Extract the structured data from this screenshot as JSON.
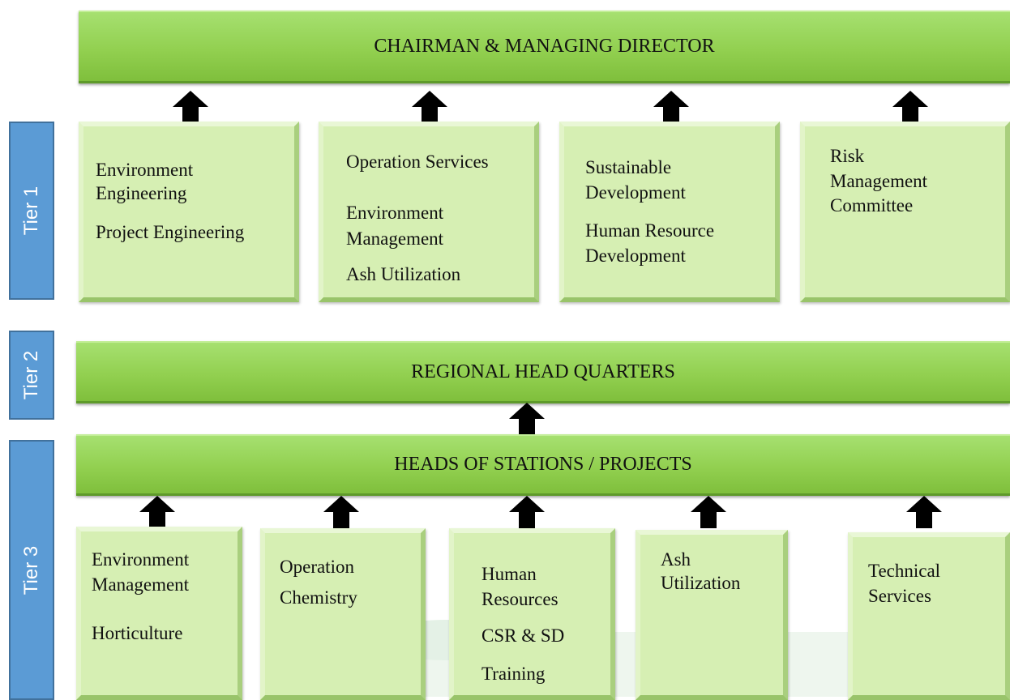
{
  "top": {
    "title": "CHAIRMAN & MANAGING DIRECTOR"
  },
  "tier_labels": {
    "t1": "Tier 1",
    "t2": "Tier 2",
    "t3": "Tier 3"
  },
  "tier1": [
    {
      "lines": [
        "Environment",
        "Engineering",
        "Project Engineering"
      ]
    },
    {
      "lines": [
        "Operation Services",
        "Environment",
        "Management",
        "Ash Utilization"
      ]
    },
    {
      "lines": [
        "Sustainable",
        "Development",
        "Human Resource",
        "Development"
      ]
    },
    {
      "lines": [
        "Risk",
        "Management",
        "Committee"
      ]
    }
  ],
  "tier2": {
    "title": "REGIONAL HEAD QUARTERS"
  },
  "tier3_bar": {
    "title": "HEADS OF STATIONS / PROJECTS"
  },
  "tier3": [
    {
      "lines": [
        "Environment",
        "Management",
        "Horticulture"
      ]
    },
    {
      "lines": [
        "Operation",
        "Chemistry"
      ]
    },
    {
      "lines": [
        "Human",
        "Resources",
        "CSR & SD",
        "Training"
      ]
    },
    {
      "lines": [
        "Ash",
        "Utilization"
      ]
    },
    {
      "lines": [
        "Technical",
        "Services"
      ]
    }
  ],
  "colors": {
    "bar_green": "#92d050",
    "box_green": "#d6efb3",
    "tier_blue": "#5b9bd5",
    "arrow": "#000000"
  },
  "icons": {
    "arrow": "up-arrow-icon"
  }
}
